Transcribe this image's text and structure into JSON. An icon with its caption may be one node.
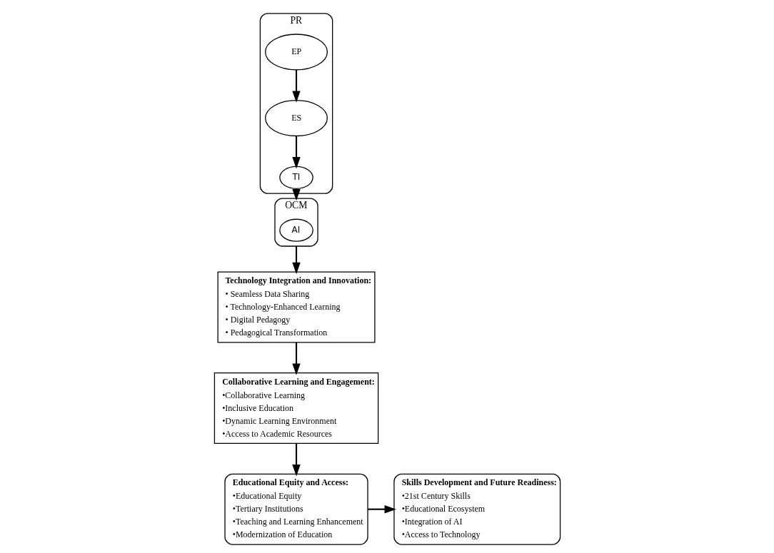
{
  "diagram": {
    "nodes": [
      {
        "text": [
          "Educational Equity and Access:",
          "•Educational Equity",
          "•Tertiary Institutions",
          "•Teaching and Learning Enhancement",
          "•Modernization of Education"
        ]
      },
      {
        "text": [
          "Skills Development and Future Readiness:",
          "•21st Century Skills",
          "•Educational Ecosystem",
          "•Integration of AI",
          "•Access to Technology"
        ]
      },
      {
        "text": [
          "OCM"
        ]
      },
      {
        "text": [
          "AI"
        ],
        "in": 2
      },
      {
        "text": [
          "Collaborative Learning and Engagement:",
          "•Collaborative Learning",
          "•Inclusive Education",
          "•Dynamic Learning Environment",
          "•Access to Academic Resources"
        ]
      },
      {
        "text": [
          "Technology Integration and Innovation:",
          "• Seamless Data Sharing",
          "• Technology-Enhanced Learning",
          "• Digital Pedagogy",
          "• Pedagogical Transformation"
        ]
      },
      {
        "text": [
          "PR"
        ]
      },
      {
        "text": [
          "TI"
        ],
        "in": 6
      },
      {
        "text": [
          "EP"
        ],
        "in": 6
      },
      {
        "text": [
          "ES"
        ],
        "in": 6
      }
    ],
    "edges": [
      {
        "from": 0,
        "to": 1,
        "arrow": "to"
      },
      {
        "from": 2,
        "to": 5,
        "arrow": "to"
      },
      {
        "from": 6,
        "to": 2,
        "arrow": "to"
      },
      {
        "from": 4,
        "to": 0,
        "arrow": "to"
      },
      {
        "from": 5,
        "to": 4,
        "arrow": "to"
      },
      {
        "from": 8,
        "to": 9,
        "arrow": "to"
      },
      {
        "from": 9,
        "to": 7,
        "arrow": "to"
      }
    ]
  }
}
